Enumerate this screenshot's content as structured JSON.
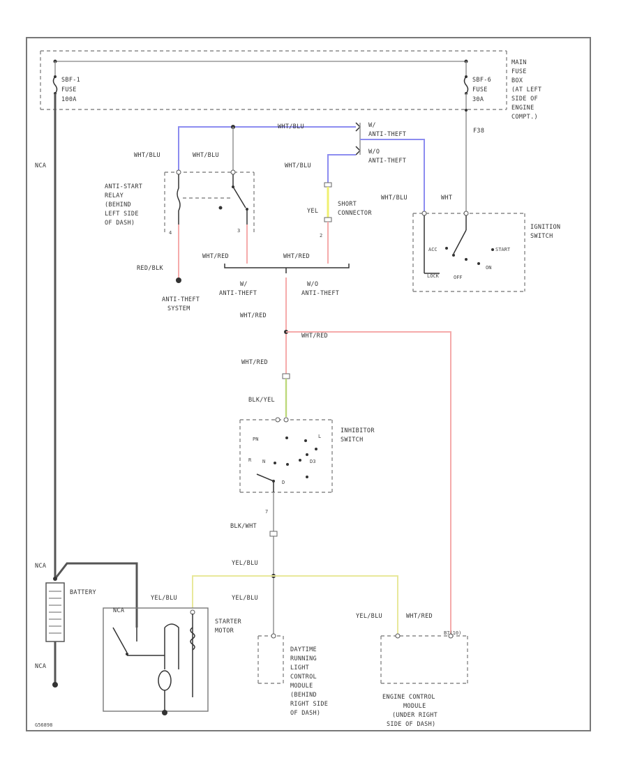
{
  "fuses": {
    "left_line1": "SBF-1",
    "left_line2": "FUSE",
    "left_line3": "100A",
    "right_line1": "SBF-6",
    "right_line2": "FUSE",
    "right_line3": "30A",
    "box_line1": "MAIN",
    "box_line2": "FUSE",
    "box_line3": "BOX",
    "box_line4": "(AT LEFT",
    "box_line5": "SIDE OF",
    "box_line6": "ENGINE",
    "box_line7": "COMPT.)"
  },
  "wires": {
    "wht_blu_top": "WHT/BLU",
    "wht_blu_1": "WHT/BLU",
    "wht_blu_2": "WHT/BLU",
    "wht_blu_3": "WHT/BLU",
    "wht_blu_4": "WHT/BLU",
    "wht": "WHT",
    "yel": "YEL",
    "wht_red_1": "WHT/RED",
    "wht_red_2": "WHT/RED",
    "wht_red_3": "WHT/RED",
    "wht_red_4": "WHT/RED",
    "wht_red_5": "WHT/RED",
    "red_blk": "RED/BLK",
    "blk_yel": "BLK/YEL",
    "blk_wht": "BLK/WHT",
    "yel_blu_1": "YEL/BLU",
    "yel_blu_2": "YEL/BLU",
    "yel_blu_3": "YEL/BLU",
    "yel_blu_4": "YEL/BLU",
    "nca_1": "NCA",
    "nca_2": "NCA",
    "nca_3": "NCA",
    "nca_4": "NCA",
    "f38": "F38"
  },
  "connectors": {
    "w_line1": "W/",
    "w_line2": "ANTI-THEFT",
    "wo_line1": "W/O",
    "wo_line2": "ANTI-THEFT",
    "w_bot_line1": "W/",
    "w_bot_line2": "ANTI-THEFT",
    "wo_bot_line1": "W/O",
    "wo_bot_line2": "ANTI-THEFT"
  },
  "components": {
    "relay_line1": "ANTI-START",
    "relay_line2": "RELAY",
    "relay_line3": "(BEHIND",
    "relay_line4": "LEFT SIDE",
    "relay_line5": "OF DASH)",
    "short_line1": "SHORT",
    "short_line2": "CONNECTOR",
    "ignition_line1": "IGNITION",
    "ignition_line2": "SWITCH",
    "anti_theft_line1": "ANTI-THEFT",
    "anti_theft_line2": "SYSTEM",
    "inhibitor_line1": "INHIBITOR",
    "inhibitor_line2": "SWITCH",
    "battery": "BATTERY",
    "starter_line1": "STARTER",
    "starter_line2": "MOTOR",
    "drl_line1": "DAYTIME",
    "drl_line2": "RUNNING",
    "drl_line3": "LIGHT",
    "drl_line4": "CONTROL",
    "drl_line5": "MODULE",
    "drl_line6": "(BEHIND",
    "drl_line7": "RIGHT SIDE",
    "drl_line8": "OF DASH)",
    "ecm_line1": "ENGINE CONTROL",
    "ecm_line2": "MODULE",
    "ecm_line3": "(UNDER RIGHT",
    "ecm_line4": "SIDE OF DASH)"
  },
  "ignition_positions": {
    "acc": "ACC",
    "start": "START",
    "on": "ON",
    "lock": "LOCK",
    "off": "OFF"
  },
  "inhibitor_positions": {
    "pn": "PN",
    "r": "R",
    "d": "D",
    "l": "L",
    "n": "N",
    "d3": "D3"
  },
  "pins": {
    "relay_4": "4",
    "relay_3": "3",
    "short_2": "2",
    "inhib_7": "7",
    "ecm_pin": "B7(10)"
  },
  "footer_code": "G56898"
}
